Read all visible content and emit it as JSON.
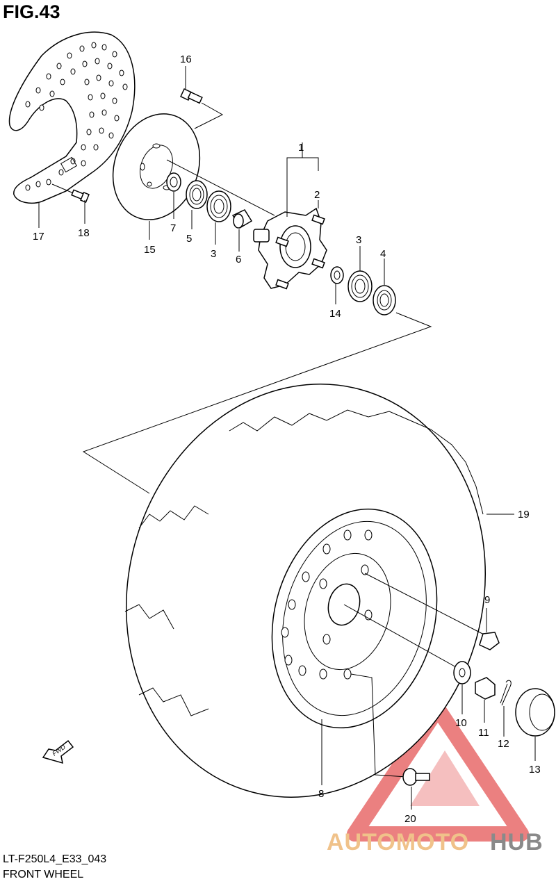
{
  "figure": {
    "title": "FIG.43"
  },
  "footer": {
    "code": "LT-F250L4_E33_043",
    "name": "FRONT WHEEL"
  },
  "watermark": {
    "part1": "AUTOMOTO",
    "part2": "HUB",
    "color1": "#f0c28a",
    "color2": "#8a8a8a",
    "logo_color": "#e86a6a"
  },
  "direction_tag": "FWD",
  "callouts": {
    "c1": "1",
    "c2": "2",
    "c3a": "3",
    "c3b": "3",
    "c4": "4",
    "c5": "5",
    "c6": "6",
    "c7": "7",
    "c8": "8",
    "c9": "9",
    "c10": "10",
    "c11": "11",
    "c12": "12",
    "c13": "13",
    "c14": "14",
    "c15": "15",
    "c16": "16",
    "c17": "17",
    "c18": "18",
    "c19": "19",
    "c20": "20"
  }
}
